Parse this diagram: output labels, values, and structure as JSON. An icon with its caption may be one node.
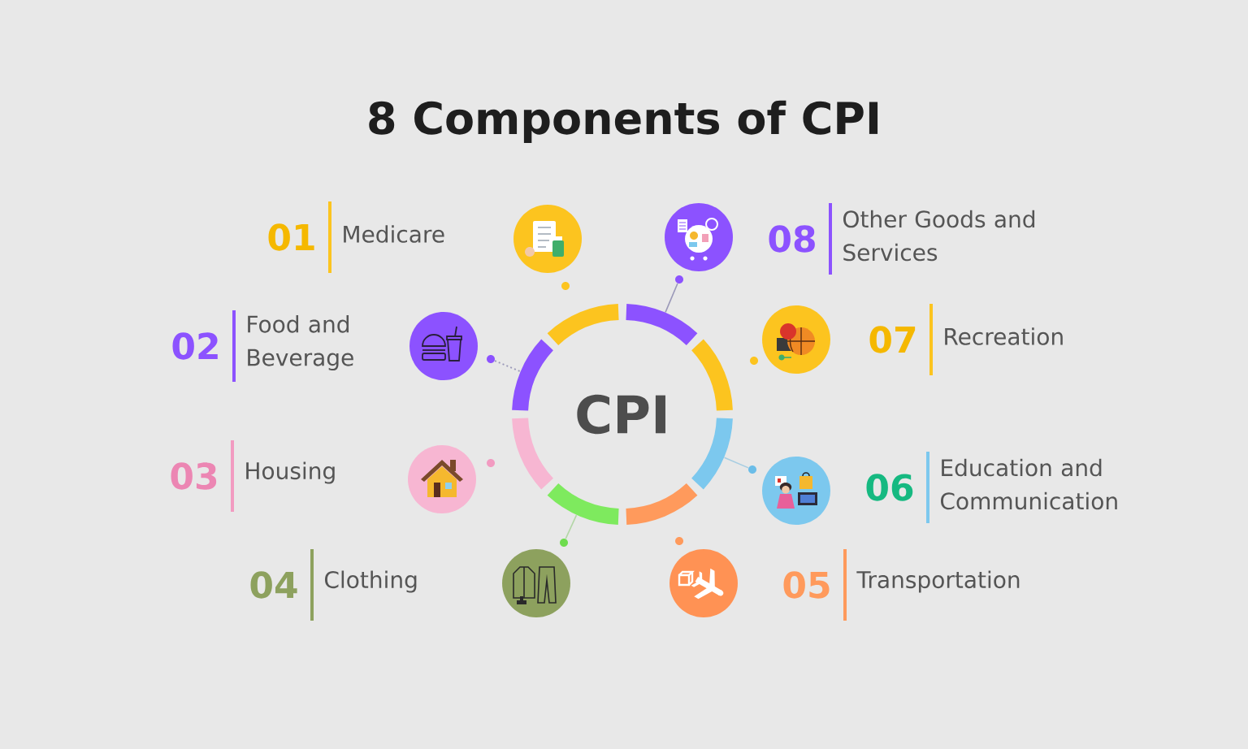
{
  "diagram": {
    "title": "8 Components of CPI",
    "nodes": [
      {
        "text": [
          "CPI"
        ]
      },
      {
        "text": [],
        "shape": "circle",
        "beside": [
          "01",
          "Medicare"
        ]
      },
      {
        "text": [],
        "shape": "circle",
        "beside": [
          "02",
          "Food and Beverage"
        ]
      },
      {
        "text": [],
        "shape": "circle",
        "beside": [
          "03",
          "Housing"
        ]
      },
      {
        "text": [],
        "shape": "circle",
        "beside": [
          "04",
          "Clothing"
        ]
      },
      {
        "text": [],
        "shape": "circle",
        "beside": [
          "05",
          "Transportation"
        ]
      },
      {
        "text": [],
        "shape": "circle",
        "beside": [
          "06",
          "Education and Communication"
        ]
      },
      {
        "text": [],
        "shape": "circle",
        "beside": [
          "07",
          "Recreation"
        ]
      },
      {
        "text": [],
        "shape": "circle",
        "beside": [
          "08",
          "Other Goods and Services"
        ]
      },
      {
        "text": [],
        "shape": "circle"
      },
      {
        "text": [],
        "shape": "circle"
      },
      {
        "text": [],
        "shape": "circle"
      },
      {
        "text": [],
        "shape": "circle"
      }
    ],
    "edges": [
      {
        "from": 9,
        "to": 0,
        "arrow": "none",
        "style": "dashed"
      },
      {
        "from": 10,
        "to": 0,
        "arrow": "none",
        "color": "#b3d6a6"
      },
      {
        "from": 11,
        "to": 0,
        "arrow": "none",
        "color": "#a7cde2"
      },
      {
        "from": 12,
        "to": 0,
        "arrow": "none"
      }
    ]
  }
}
